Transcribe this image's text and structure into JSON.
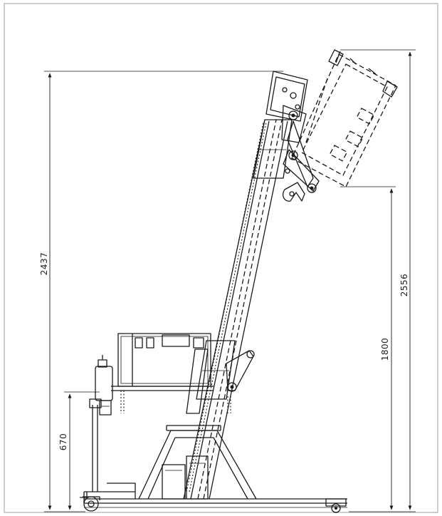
{
  "dimensions": {
    "overall_height_folded": "2437",
    "overall_height_tilted": "2556",
    "platform_height": "1800",
    "base_height": "670"
  }
}
